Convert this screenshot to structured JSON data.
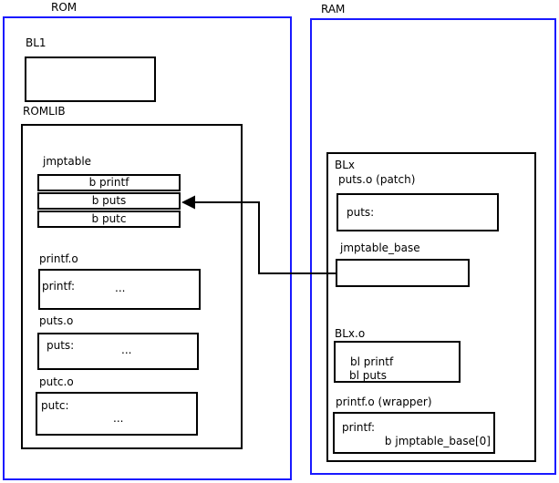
{
  "colors": {
    "region_border": "#1a1aff",
    "box_border": "#000000",
    "background": "#ffffff",
    "arrow": "#000000"
  },
  "rom": {
    "title": "ROM",
    "bl1": {
      "label": "BL1"
    },
    "romlib": {
      "label": "ROMLIB",
      "jmptable": {
        "label": "jmptable",
        "entries": [
          "b printf",
          "b puts",
          "b putc"
        ]
      },
      "printf_obj": {
        "label": "printf.o",
        "symbol": "printf:",
        "ellipsis": "..."
      },
      "puts_obj": {
        "label": "puts.o",
        "symbol": "puts:",
        "ellipsis": "..."
      },
      "putc_obj": {
        "label": "putc.o",
        "symbol": "putc:",
        "ellipsis": "..."
      }
    }
  },
  "ram": {
    "title": "RAM",
    "blx": {
      "label": "BLx",
      "puts_patch": {
        "label": "puts.o (patch)",
        "symbol": "puts:"
      },
      "jmptable_base": {
        "label": "jmptable_base"
      },
      "blx_obj": {
        "label": "BLx.o",
        "instructions": [
          "bl printf",
          "bl puts"
        ]
      },
      "printf_wrapper": {
        "label": "printf.o (wrapper)",
        "symbol": "printf:",
        "instruction": "b jmptable_base[0]"
      }
    }
  }
}
